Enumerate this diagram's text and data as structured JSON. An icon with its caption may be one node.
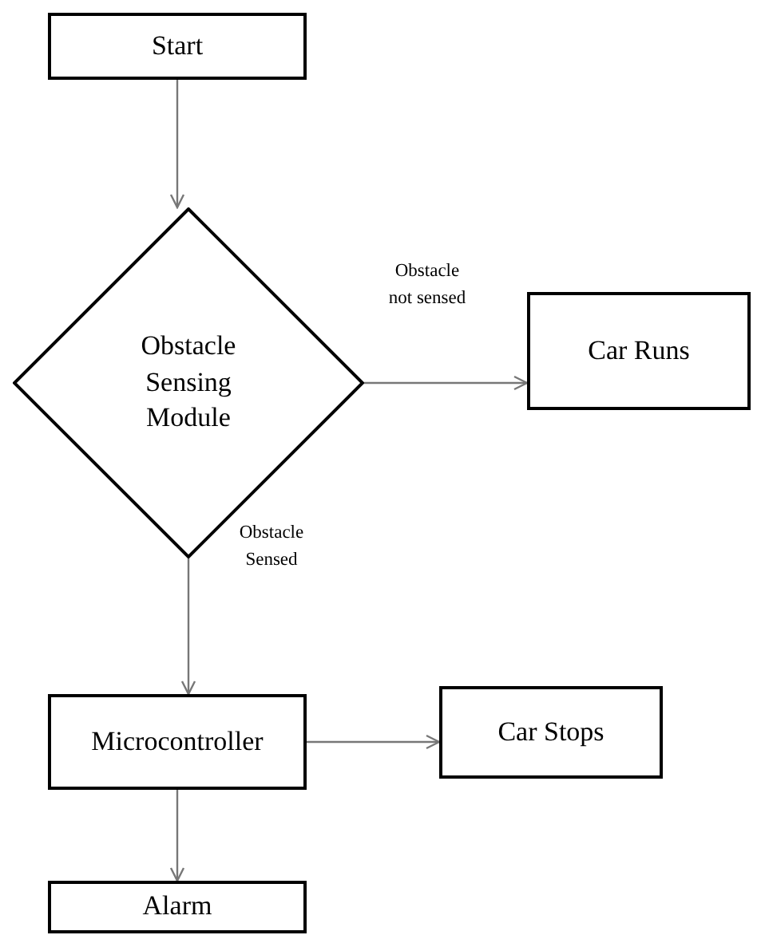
{
  "diagram": {
    "nodes": [
      {
        "text": [
          "Start"
        ]
      },
      {
        "text": [
          "Obstacle Sensing Module"
        ]
      },
      {
        "text": [
          "Car Runs"
        ]
      },
      {
        "text": [
          "Microcontroller"
        ]
      },
      {
        "text": [
          "Car Stops"
        ]
      },
      {
        "text": [
          "Alarm"
        ]
      }
    ],
    "edges": [
      {
        "from": 0,
        "to": 1,
        "arrow": "to"
      },
      {
        "from": 1,
        "to": 2,
        "arrow": "to",
        "label": "Obstacle not sensed"
      },
      {
        "from": 1,
        "to": 3,
        "arrow": "to",
        "label": "Obstacle Sensed"
      },
      {
        "from": 3,
        "to": 4,
        "arrow": "to"
      },
      {
        "from": 3,
        "to": 5,
        "arrow": "to"
      }
    ]
  }
}
